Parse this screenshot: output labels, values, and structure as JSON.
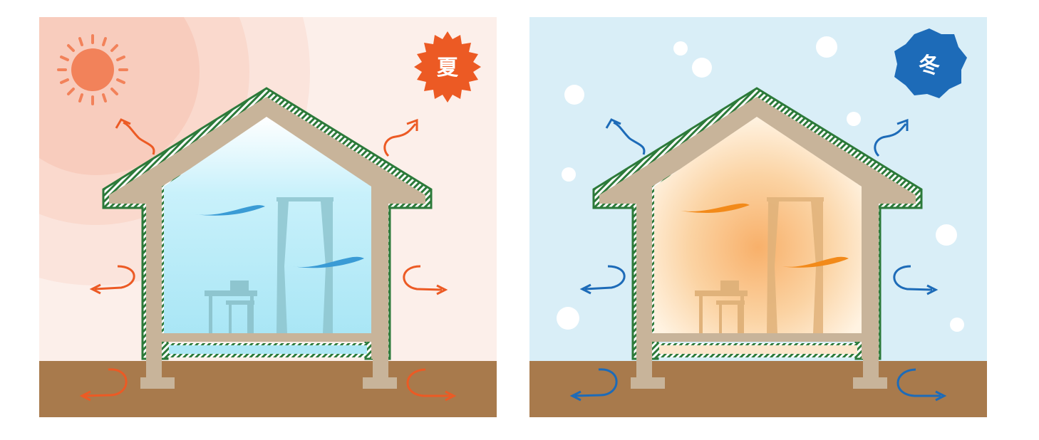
{
  "panels": [
    {
      "id": "summer",
      "season_label": "夏",
      "colors": {
        "sky": "#fcefea",
        "accent": "#ec5a24",
        "interior_top": "#ffffff",
        "interior_bottom": "#aee8f6",
        "wind": "#3a9bd5",
        "furniture": "#8ec5cf"
      },
      "flow": "heat-out"
    },
    {
      "id": "winter",
      "season_label": "冬",
      "colors": {
        "sky": "#d9eef7",
        "accent": "#1d6bb8",
        "interior_top": "#fff6e8",
        "interior_bottom": "#f7b768",
        "wind": "#f28a1a",
        "furniture": "#e0b27a"
      },
      "flow": "heat-out"
    }
  ],
  "colors": {
    "house_frame": "#c8b49a",
    "roof_insulation": "#2c7a3a",
    "ground": "#a87a4c"
  }
}
